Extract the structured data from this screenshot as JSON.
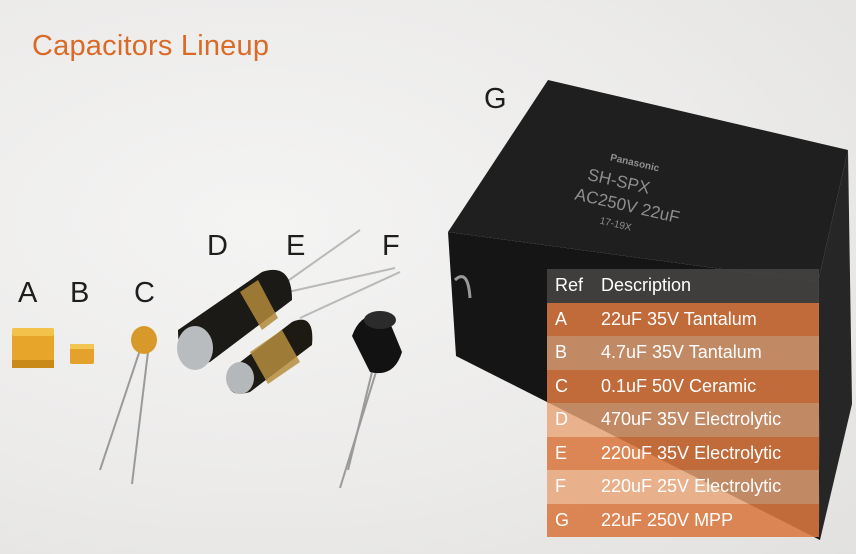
{
  "title": "Capacitors Lineup",
  "letters": {
    "a": "A",
    "b": "B",
    "c": "C",
    "d": "D",
    "e": "E",
    "f": "F",
    "g": "G"
  },
  "box_print": {
    "brand": "Panasonic",
    "model": "SH-SPX",
    "rating": "AC250V 22uF",
    "code": "17-19X"
  },
  "table": {
    "header": {
      "ref": "Ref",
      "description": "Description"
    },
    "rows": [
      {
        "ref": "A",
        "description": "22uF 35V Tantalum"
      },
      {
        "ref": "B",
        "description": "4.7uF 35V Tantalum"
      },
      {
        "ref": "C",
        "description": "0.1uF 50V Ceramic"
      },
      {
        "ref": "D",
        "description": "470uF 35V Electrolytic"
      },
      {
        "ref": "E",
        "description": "220uF 35V Electrolytic"
      },
      {
        "ref": "F",
        "description": "220uF 25V Electrolytic"
      },
      {
        "ref": "G",
        "description": "22uF 250V MPP"
      }
    ]
  },
  "colors": {
    "title": "#d96a28",
    "table_header": "#464442",
    "row_dark": "#d97840",
    "row_light": "#e8a578"
  }
}
